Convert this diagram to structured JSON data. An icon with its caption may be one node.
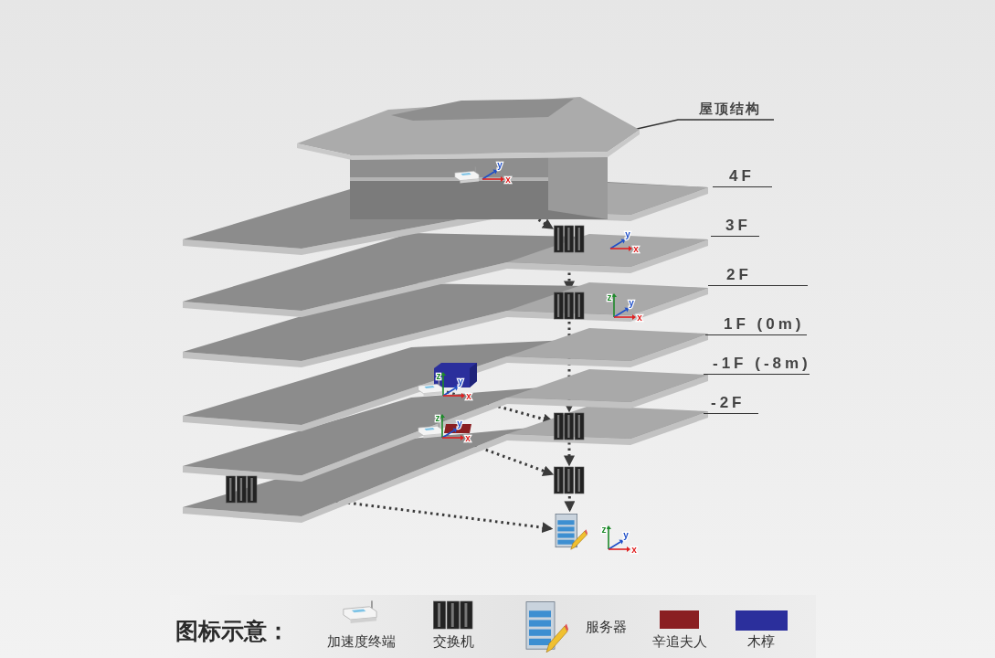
{
  "diagram": {
    "nodes": [
      {
        "text": [],
        "shape": "picture"
      },
      {
        "text": [],
        "shape": "picture"
      },
      {
        "text": [],
        "shape": "picture"
      },
      {
        "text": [],
        "shape": "picture"
      },
      {
        "text": [],
        "shape": "picture"
      },
      {
        "text": [],
        "shape": "picture"
      },
      {
        "text": [],
        "shape": "picture"
      },
      {
        "text": [],
        "shape": "picture"
      },
      {
        "text": [],
        "shape": "picture"
      },
      {
        "text": [
          "屋顶结构"
        ]
      }
    ],
    "edges": [
      {
        "from": 9,
        "to": null,
        "arrow": "none"
      },
      {
        "from": 0,
        "to": 1,
        "arrow": "to",
        "style": "dashed"
      },
      {
        "from": 1,
        "to": 2,
        "arrow": "to",
        "style": "dashed"
      },
      {
        "from": 2,
        "to": 3,
        "arrow": "to",
        "style": "dashed"
      },
      {
        "from": 6,
        "to": 3,
        "arrow": "to",
        "style": "dashed"
      },
      {
        "from": 3,
        "to": 4,
        "arrow": "to",
        "style": "dashed"
      },
      {
        "from": 7,
        "to": 4,
        "arrow": "to",
        "style": "dashed"
      },
      {
        "from": 4,
        "to": 5,
        "arrow": "to",
        "style": "dashed"
      },
      {
        "from": 8,
        "to": 5,
        "arrow": "to",
        "style": "dashed"
      }
    ],
    "labels": [
      "4F",
      "3F",
      "2F",
      "1F (0m)",
      "-1F (-8m)",
      "-2F",
      "图标示意：",
      "y",
      "x",
      "y",
      "x",
      "z",
      "y",
      "x",
      "z",
      "y",
      "x",
      "z",
      "y",
      "x",
      "z",
      "y",
      "x"
    ],
    "legend": [
      {
        "text": "加速度终端"
      },
      {
        "text": "交换机"
      },
      {
        "text": "服务器"
      },
      {
        "text": "辛追夫人",
        "color": "#8a1f22"
      },
      {
        "text": "木椁",
        "color": "#2b2f9c"
      }
    ]
  }
}
